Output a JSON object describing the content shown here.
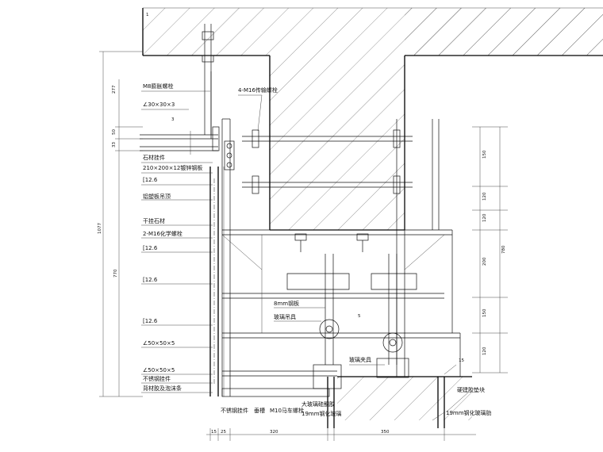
{
  "labels": {
    "m8_bolt": "M8膨胀螺栓",
    "angle_30": "∠30×30×3",
    "grid_3": "3",
    "m16_through_bolt": "4-M16传输螺栓",
    "stone_hanger": "石材挂件",
    "steel_plate": "210×200×12镀锌钢板",
    "ch126_a": "[12.6",
    "aluminum_ceiling": "铝塑板吊顶",
    "dry_hang_stone": "干挂石材",
    "m16_chem_bolt": "2-M16化学螺栓",
    "ch126_b": "[12.6",
    "ch126_c": "[12.6",
    "steel_8mm": "8mm钢板",
    "glass_hanger": "玻璃吊具",
    "grid_5": "5",
    "ch126_d": "[12.6",
    "angle_50_a": "∠50×50×5",
    "glass_clamp": "玻璃夹具",
    "grid_15": "15",
    "angle_50_b": "∠50×50×5",
    "ss_hanger": "不锈钢挂件",
    "stone_glue": "背材胶及泡沫条",
    "struct_glue": "硬建胶垫块",
    "ss_hanger_2": "不锈钢挂件",
    "bolt_m10": "M10马车螺栓",
    "glass_silicone": "大玻璃硅酮胶",
    "tempered_glass_1": "19mm钢化玻璃",
    "tempered_glass_2": "19mm钢化玻璃肋",
    "gutter": "垂槽",
    "grid_1": "1"
  },
  "dimensions": {
    "left_277": "277",
    "left_50": "50",
    "left_33": "33",
    "left_1077": "1077",
    "left_770": "770",
    "right_150": "150",
    "right_120a": "120",
    "right_120b": "120",
    "right_200": "200",
    "right_150b": "150",
    "right_120c": "120",
    "right_780": "780",
    "bot_15": "15",
    "bot_25": "25",
    "bot_320": "320",
    "bot_350": "350"
  }
}
